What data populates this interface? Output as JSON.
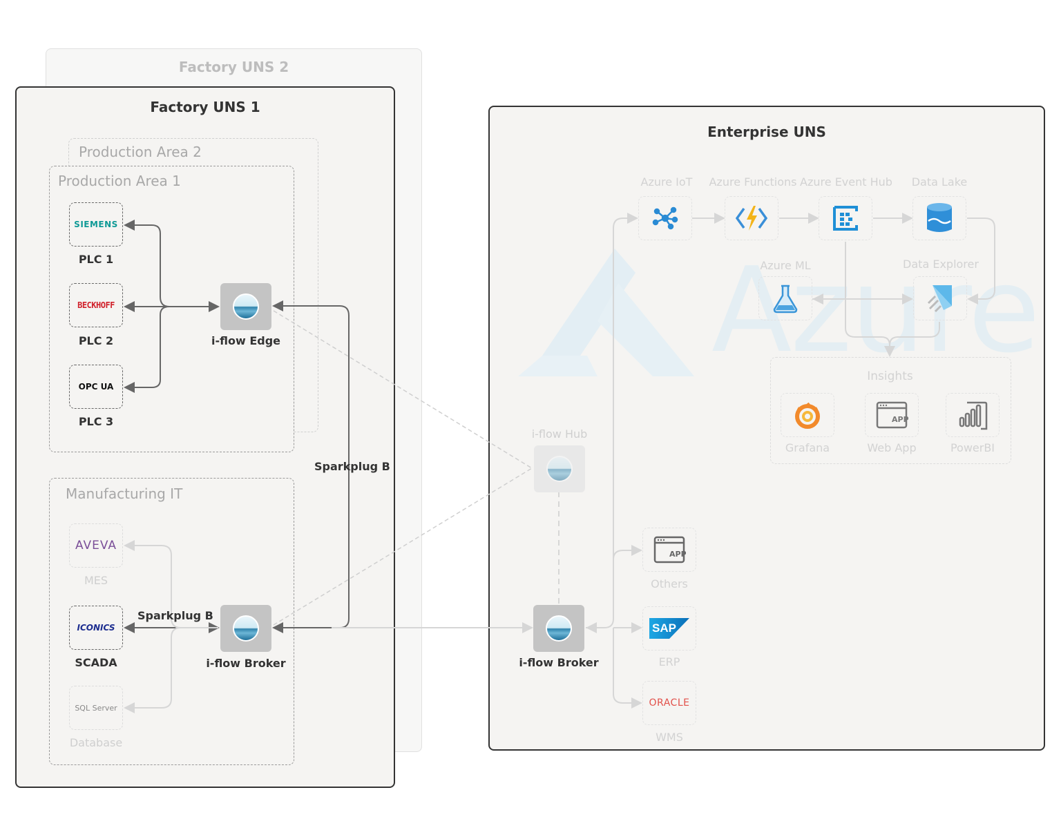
{
  "factory2": {
    "title": "Factory UNS 2"
  },
  "factory1": {
    "title": "Factory UNS 1",
    "area2_title": "Production Area 2",
    "area1_title": "Production Area 1",
    "it_title": "Manufacturing IT",
    "plcs": [
      {
        "logo": "SIEMENS",
        "label": "PLC 1",
        "color": "#0f9a96"
      },
      {
        "logo": "BECKHOFF",
        "label": "PLC 2",
        "color": "#d0202a"
      },
      {
        "logo": "OPC UA",
        "label": "PLC 3",
        "color": "#111111"
      }
    ],
    "edge_label": "i-flow Edge",
    "sparkplug_right": "Sparkplug B",
    "sparkplug_left": "Sparkplug B",
    "mes": {
      "logo": "AVEVA",
      "label": "MES",
      "color": "#6b3a8c"
    },
    "scada": {
      "logo": "ICONICS",
      "label": "SCADA",
      "color": "#1c2d8f"
    },
    "database": {
      "logo": "SQL Server",
      "label": "Database"
    },
    "broker_label": "i-flow Broker"
  },
  "enterprise": {
    "title": "Enterprise UNS",
    "watermark": "Azure",
    "services": [
      {
        "label": "Azure IoT",
        "icon": "azure-iot-icon"
      },
      {
        "label": "Azure Functions",
        "icon": "azure-functions-icon"
      },
      {
        "label": "Azure Event Hub",
        "icon": "azure-event-hub-icon"
      },
      {
        "label": "Data Lake",
        "icon": "data-lake-icon"
      }
    ],
    "ml_label": "Azure ML",
    "explorer_label": "Data Explorer",
    "insights_title": "Insights",
    "insights": [
      {
        "label": "Grafana",
        "icon": "grafana-icon"
      },
      {
        "label": "Web App",
        "icon": "web-app-icon"
      },
      {
        "label": "PowerBI",
        "icon": "powerbi-icon"
      }
    ],
    "hub_label": "i-flow Hub",
    "broker_label": "i-flow Broker",
    "others_label": "Others",
    "erp_label": "ERP",
    "erp_logo": "SAP",
    "wms_label": "WMS",
    "wms_logo": "ORACLE",
    "app_text": "APP"
  },
  "colors": {
    "panel": "#f5f4f2",
    "line": "#666666",
    "faded_line": "#d6d6d6",
    "azure_blue": "#1f8fd6"
  }
}
